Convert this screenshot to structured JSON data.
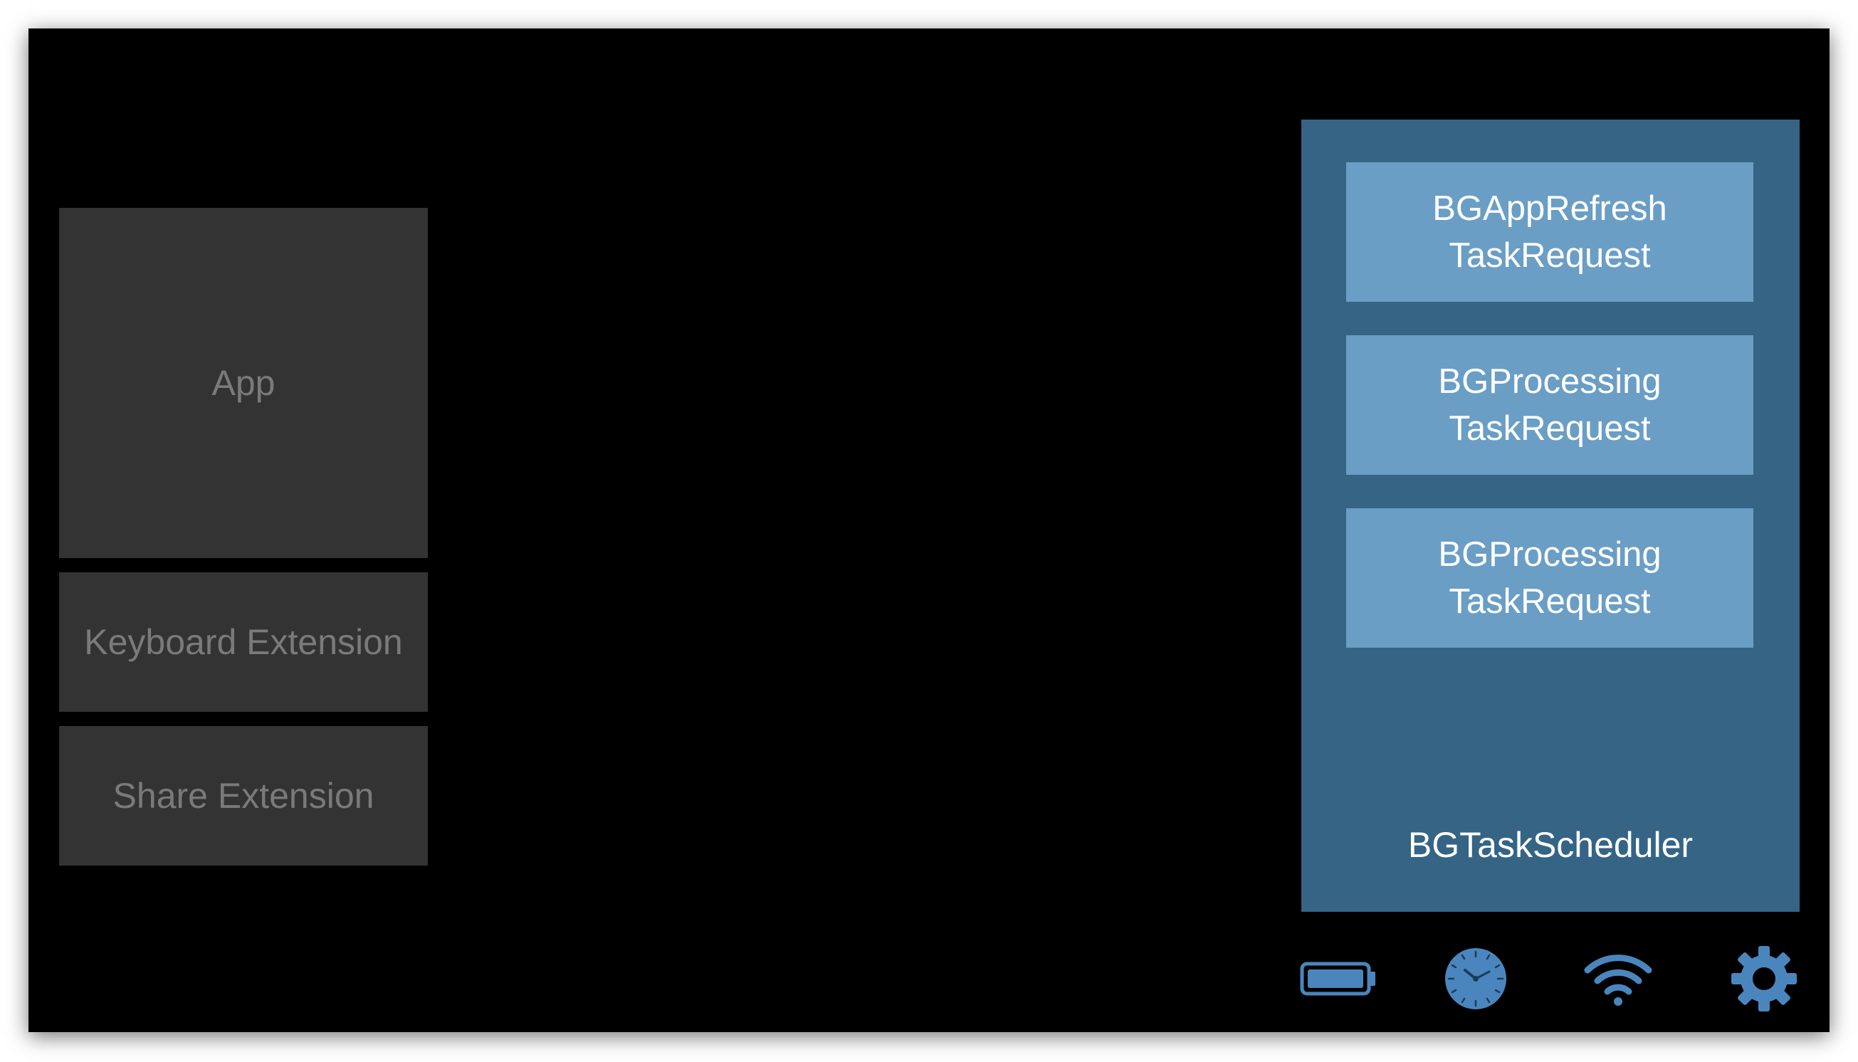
{
  "clients": {
    "app": "App",
    "keyboard_extension": "Keyboard Extension",
    "share_extension": "Share Extension"
  },
  "scheduler": {
    "label": "BGTaskScheduler",
    "requests": [
      {
        "line1": "BGAppRefresh",
        "line2": "TaskRequest"
      },
      {
        "line1": "BGProcessing",
        "line2": "TaskRequest"
      },
      {
        "line1": "BGProcessing",
        "line2": "TaskRequest"
      }
    ]
  },
  "icons": [
    "battery-icon",
    "clock-icon",
    "wifi-icon",
    "gear-icon"
  ],
  "colors": {
    "background": "#000000",
    "client_box": "#333333",
    "client_text": "#7a7a7a",
    "scheduler_panel": "#356485",
    "request_box": "#6a9ec5",
    "icon_accent": "#4a86bd"
  }
}
